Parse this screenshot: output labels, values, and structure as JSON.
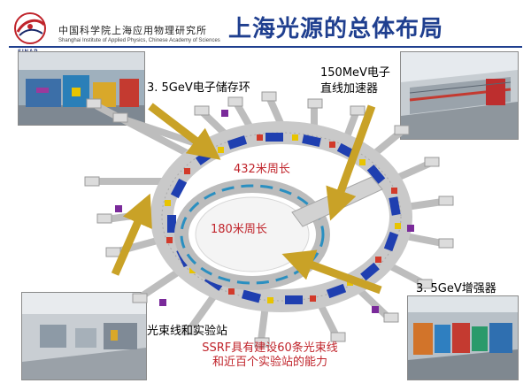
{
  "header": {
    "institute_cn": "中国科学院上海应用物理研究所",
    "institute_en": "Shanghai Institute of Applied Physics, Chinese Academy of Sciences",
    "logo_text": "SINAP",
    "title": "上海光源的总体布局"
  },
  "labels": {
    "storage_ring": "3. 5GeV电子储存环",
    "linac_line1": "150MeV电子",
    "linac_line2": "直线加速器",
    "ring_circumference": "432米周长",
    "booster_circumference": "180米周长",
    "booster": "3. 5GeV增强器",
    "beamlines": "光束线和实验站",
    "capacity_line1": "SSRF具有建设60条光束线",
    "capacity_line2": "和近百个实验站的能力"
  },
  "colors": {
    "title_blue": "#1f3f8f",
    "arrow_gold": "#c9a227",
    "label_red": "#c0242b",
    "magnet_blue": "#1f3fb0",
    "magnet_yellow": "#e8c400",
    "magnet_red": "#d23a2a",
    "magnet_purple": "#7a2a9a",
    "tunnel_grey": "#c9c9c9"
  }
}
